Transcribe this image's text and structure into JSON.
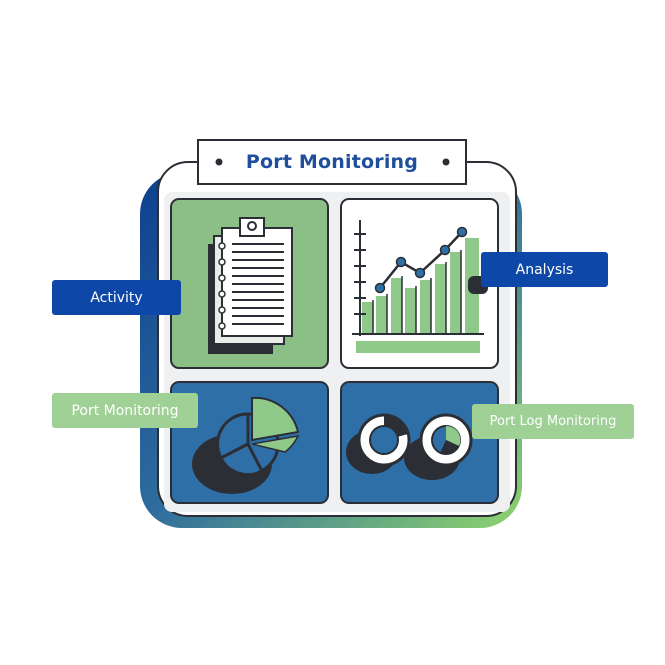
{
  "title": "Port Monitoring",
  "labels": {
    "activity": "Activity",
    "analysis": "Analysis",
    "port_monitoring": "Port Monitoring",
    "port_log_monitoring": "Port Log Monitoring"
  },
  "colors": {
    "title_text": "#1f4f9c",
    "label_blue": "#0d47a8",
    "label_green": "#9fd096",
    "panel_green": "#8cbf85",
    "panel_blue": "#2f6fa8",
    "chart_green": "#8fc98a",
    "dark": "#2b2f35"
  },
  "icons": {
    "activity": "notepad-icon",
    "analysis": "line-bar-chart-icon",
    "port_monitoring": "pie-chart-icon",
    "port_log_monitoring": "donut-charts-icon"
  }
}
